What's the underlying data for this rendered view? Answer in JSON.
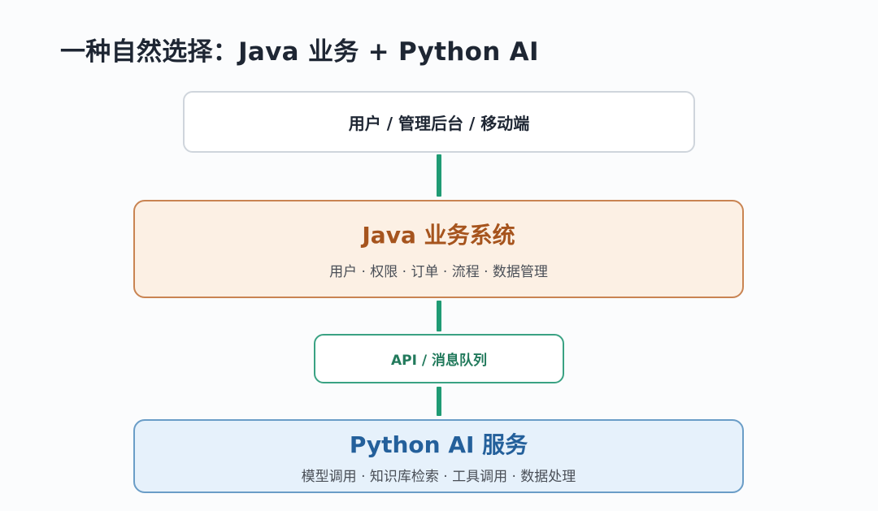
{
  "title": "一种自然选择：Java 业务 + Python AI",
  "client": {
    "label": "用户 / 管理后台 / 移动端"
  },
  "java": {
    "title": "Java 业务系统",
    "subtitle": "用户 · 权限 · 订单 · 流程 · 数据管理"
  },
  "bridge": {
    "label": "API / 消息队列"
  },
  "python": {
    "title": "Python AI 服务",
    "subtitle": "模型调用 · 知识库检索 · 工具调用 · 数据处理"
  },
  "colors": {
    "connector": "#1f9b74",
    "java_accent": "#a6541d",
    "java_fill": "#fcf0e4",
    "python_accent": "#24609b",
    "python_fill": "#e6f1fb",
    "bridge_accent": "#227a5c"
  }
}
